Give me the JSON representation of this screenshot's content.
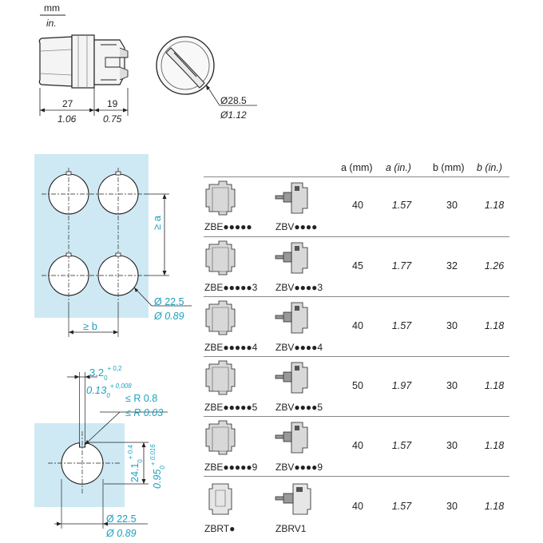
{
  "units": {
    "top": "mm",
    "bottom": "in."
  },
  "side_view": {
    "dim1_mm": "27",
    "dim1_in": "1.06",
    "dim2_mm": "19",
    "dim2_in": "0.75"
  },
  "front_view": {
    "dia_mm": "Ø28.5",
    "dia_in": "Ø1.12"
  },
  "layout_drawing": {
    "ge_a": "≥ a",
    "ge_b": "≥ b",
    "dia_mm": "Ø 22.5",
    "dia_in": "Ø 0.89"
  },
  "cutout_drawing": {
    "notch_mm": "3.2",
    "notch_mm_tol_sub": "0",
    "notch_mm_tol_sup": "+ 0,2",
    "notch_in": "0.13",
    "notch_in_tol_sub": "0",
    "notch_in_tol_sup": "+ 0,008",
    "radius_mm": "≤ R 0.8",
    "radius_in": "≤ R 0.03",
    "height_mm": "24.1",
    "height_mm_tol_sub": "0",
    "height_mm_tol_sup": "+ 0.4",
    "height_in": "0.95",
    "height_in_tol_sub": "0",
    "height_in_tol_sup": "+ 0.016",
    "dia_mm": "Ø 22.5",
    "dia_in": "Ø 0.89"
  },
  "table": {
    "headers": {
      "a_mm": "a (mm)",
      "a_in": "a (in.)",
      "b_mm": "b (mm)",
      "b_in": "b (in.)"
    },
    "rows": [
      {
        "zbe": "ZBE●●●●●",
        "zbv": "ZBV●●●●",
        "a_mm": "40",
        "a_in": "1.57",
        "b_mm": "30",
        "b_in": "1.18"
      },
      {
        "zbe": "ZBE●●●●●3",
        "zbv": "ZBV●●●●3",
        "a_mm": "45",
        "a_in": "1.77",
        "b_mm": "32",
        "b_in": "1.26"
      },
      {
        "zbe": "ZBE●●●●●4",
        "zbv": "ZBV●●●●4",
        "a_mm": "40",
        "a_in": "1.57",
        "b_mm": "30",
        "b_in": "1.18"
      },
      {
        "zbe": "ZBE●●●●●5",
        "zbv": "ZBV●●●●5",
        "a_mm": "50",
        "a_in": "1.97",
        "b_mm": "30",
        "b_in": "1.18"
      },
      {
        "zbe": "ZBE●●●●●9",
        "zbv": "ZBV●●●●9",
        "a_mm": "40",
        "a_in": "1.57",
        "b_mm": "30",
        "b_in": "1.18"
      },
      {
        "zbe": "ZBRT●",
        "zbv": "ZBRV1",
        "a_mm": "40",
        "a_in": "1.57",
        "b_mm": "30",
        "b_in": "1.18"
      }
    ]
  },
  "colors": {
    "accent": "#1aa3bf",
    "panel": "#cfe9f4",
    "line": "#222222"
  }
}
